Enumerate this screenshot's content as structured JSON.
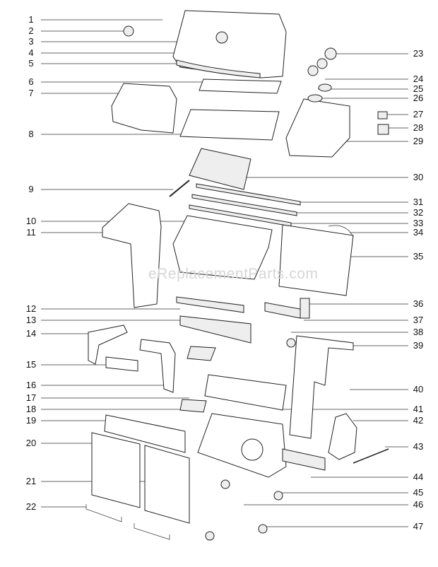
{
  "watermark": "eReplacementParts.com",
  "left_callouts": [
    "1",
    "2",
    "3",
    "4",
    "5",
    "6",
    "7",
    "8",
    "9",
    "10",
    "11",
    "12",
    "13",
    "14",
    "15",
    "16",
    "17",
    "18",
    "19",
    "20",
    "21",
    "22"
  ],
  "right_callouts": [
    "23",
    "24",
    "25",
    "26",
    "27",
    "28",
    "29",
    "30",
    "31",
    "32",
    "33",
    "34",
    "35",
    "36",
    "37",
    "38",
    "39",
    "40",
    "41",
    "42",
    "43",
    "44",
    "45",
    "46",
    "47"
  ]
}
